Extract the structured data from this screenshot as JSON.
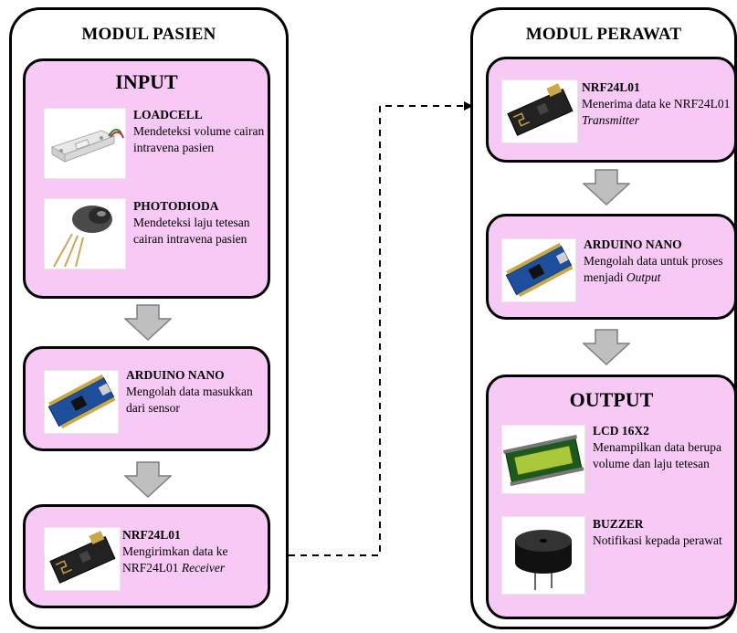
{
  "modul_pasien": {
    "title": "MODUL PASIEN",
    "input": {
      "title": "INPUT",
      "loadcell": {
        "name": "LOADCELL",
        "desc": "Mendeteksi volume cairan intravena pasien",
        "icon": "loadcell-icon"
      },
      "photodioda": {
        "name": "PHOTODIODA",
        "desc": "Mendeteksi laju tetesan cairan intravena pasien",
        "icon": "photodiode-icon"
      }
    },
    "arduino": {
      "name": "ARDUINO NANO",
      "desc": "Mengolah data masukkan dari sensor",
      "icon": "arduino-nano-icon"
    },
    "nrf": {
      "name": "NRF24L01",
      "desc": "Mengirimkan data ke NRF24L01",
      "desc_italic": "Receiver",
      "icon": "nrf24l01-icon"
    }
  },
  "modul_perawat": {
    "title": "MODUL PERAWAT",
    "nrf": {
      "name": "NRF24L01",
      "desc": "Menerima data ke NRF24L01",
      "desc_italic": "Transmitter",
      "icon": "nrf24l01-icon"
    },
    "arduino": {
      "name": "ARDUINO NANO",
      "desc": "Mengolah data untuk proses menjadi",
      "desc_italic": "Output",
      "icon": "arduino-nano-icon"
    },
    "output": {
      "title": "OUTPUT",
      "lcd": {
        "name": "LCD 16X2",
        "desc": "Menampilkan data berupa volume dan laju tetesan",
        "icon": "lcd-icon"
      },
      "buzzer": {
        "name": "BUZZER",
        "desc": "Notifikasi kepada perawat",
        "icon": "buzzer-icon"
      }
    }
  },
  "colors": {
    "box_fill": "#f7c9f5",
    "arrow_fill": "#bfbfbf",
    "stroke": "#000000"
  }
}
